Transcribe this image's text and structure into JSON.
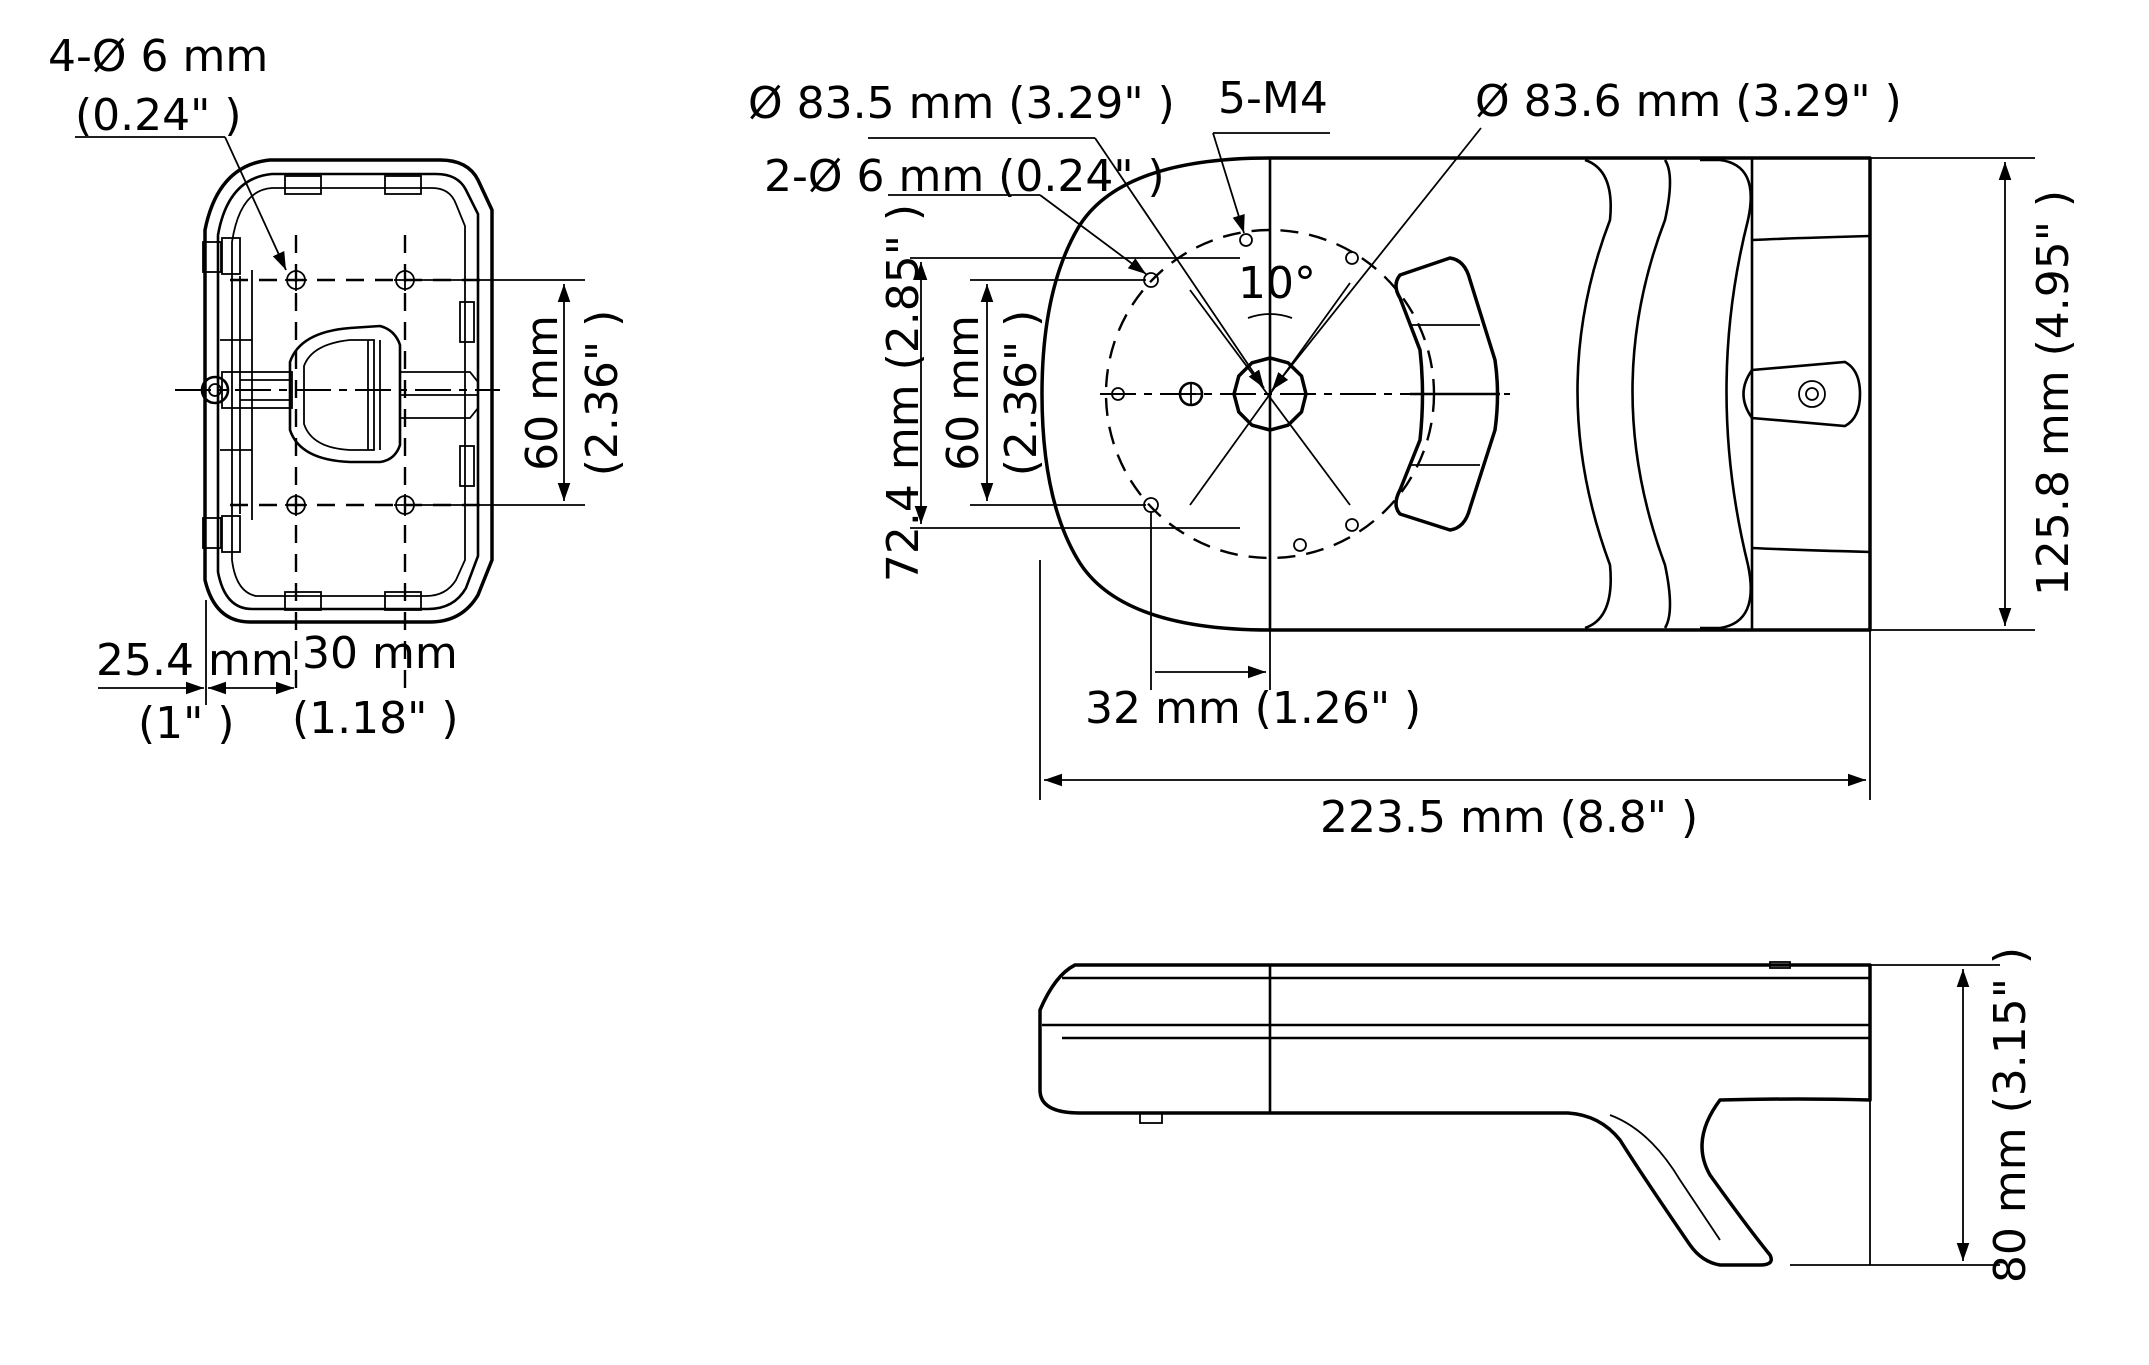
{
  "rear_view": {
    "hole_callout_line1": "4-Ø 6 mm",
    "hole_callout_line2": "(0.24\" )",
    "vertical_mm": "60 mm",
    "vertical_in": "(2.36\" )",
    "left_offset_mm": "25.4 mm",
    "left_offset_in": "(1\" )",
    "spacing_mm": "30 mm",
    "spacing_in": "(1.18\" )"
  },
  "top_view": {
    "dia_left": "Ø 83.5 mm (3.29\" )",
    "screws": "5-M4",
    "dia_right": "Ø 83.6 mm (3.29\" )",
    "two_holes": "2-Ø 6 mm (0.24\" )",
    "angle": "10°",
    "outer_vertical": "72.4 mm (2.85\" )",
    "inner_vertical_mm": "60 mm",
    "inner_vertical_in": "(2.36\" )",
    "offset": "32 mm (1.26\" )",
    "length": "223.5 mm (8.8\" )",
    "width": "125.8 mm (4.95\" )"
  },
  "side_view": {
    "height": "80 mm (3.15\" )"
  }
}
